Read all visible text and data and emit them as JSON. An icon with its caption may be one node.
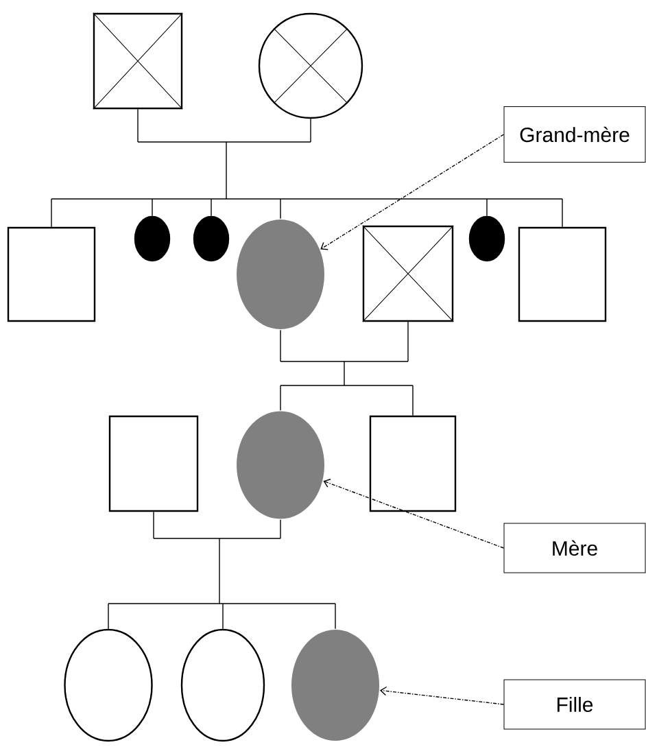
{
  "diagram": {
    "nodes": [
      {
        "text": [],
        "shape": "box"
      },
      {
        "text": [],
        "shape": "circle"
      },
      {
        "text": [
          "Grand-mère"
        ]
      },
      {
        "text": [],
        "shape": "box"
      },
      {
        "text": [],
        "shape": "circle"
      },
      {
        "text": [],
        "shape": "circle"
      },
      {
        "text": [],
        "shape": "circle"
      },
      {
        "text": [],
        "shape": "box"
      },
      {
        "text": [],
        "shape": "circle"
      },
      {
        "text": [],
        "shape": "box"
      },
      {
        "text": [],
        "shape": "box"
      },
      {
        "text": [],
        "shape": "circle"
      },
      {
        "text": [],
        "shape": "box"
      },
      {
        "text": [
          "Mère"
        ]
      },
      {
        "text": [],
        "shape": "circle"
      },
      {
        "text": [],
        "shape": "circle"
      },
      {
        "text": [],
        "shape": "circle"
      },
      {
        "text": [
          "Fille"
        ]
      }
    ],
    "edges": [
      {
        "from": 0,
        "to": 3,
        "arrow": "none"
      },
      {
        "from": 0,
        "to": 4,
        "arrow": "none"
      },
      {
        "from": 0,
        "to": 5,
        "arrow": "none"
      },
      {
        "from": 0,
        "to": 6,
        "arrow": "none"
      },
      {
        "from": 0,
        "to": 8,
        "arrow": "none"
      },
      {
        "from": 0,
        "to": 9,
        "arrow": "none"
      },
      {
        "from": 1,
        "to": 3,
        "arrow": "none"
      },
      {
        "from": 1,
        "to": 4,
        "arrow": "none"
      },
      {
        "from": 1,
        "to": 5,
        "arrow": "none"
      },
      {
        "from": 1,
        "to": 6,
        "arrow": "none"
      },
      {
        "from": 1,
        "to": 8,
        "arrow": "none"
      },
      {
        "from": 1,
        "to": 9,
        "arrow": "none"
      },
      {
        "from": 6,
        "to": 11,
        "arrow": "none"
      },
      {
        "from": 6,
        "to": 12,
        "arrow": "none"
      },
      {
        "from": 7,
        "to": 11,
        "arrow": "none"
      },
      {
        "from": 7,
        "to": 12,
        "arrow": "none"
      },
      {
        "from": 10,
        "to": 14,
        "arrow": "none"
      },
      {
        "from": 10,
        "to": 15,
        "arrow": "none"
      },
      {
        "from": 10,
        "to": 16,
        "arrow": "none"
      },
      {
        "from": 11,
        "to": 14,
        "arrow": "none"
      },
      {
        "from": 11,
        "to": 15,
        "arrow": "none"
      },
      {
        "from": 11,
        "to": 16,
        "arrow": "none"
      },
      {
        "from": 2,
        "to": 6,
        "arrow": "to",
        "style": "dashed"
      },
      {
        "from": 13,
        "to": 11,
        "arrow": "to",
        "style": "dashed"
      },
      {
        "from": 17,
        "to": 16,
        "arrow": "to",
        "style": "dashed"
      }
    ]
  }
}
